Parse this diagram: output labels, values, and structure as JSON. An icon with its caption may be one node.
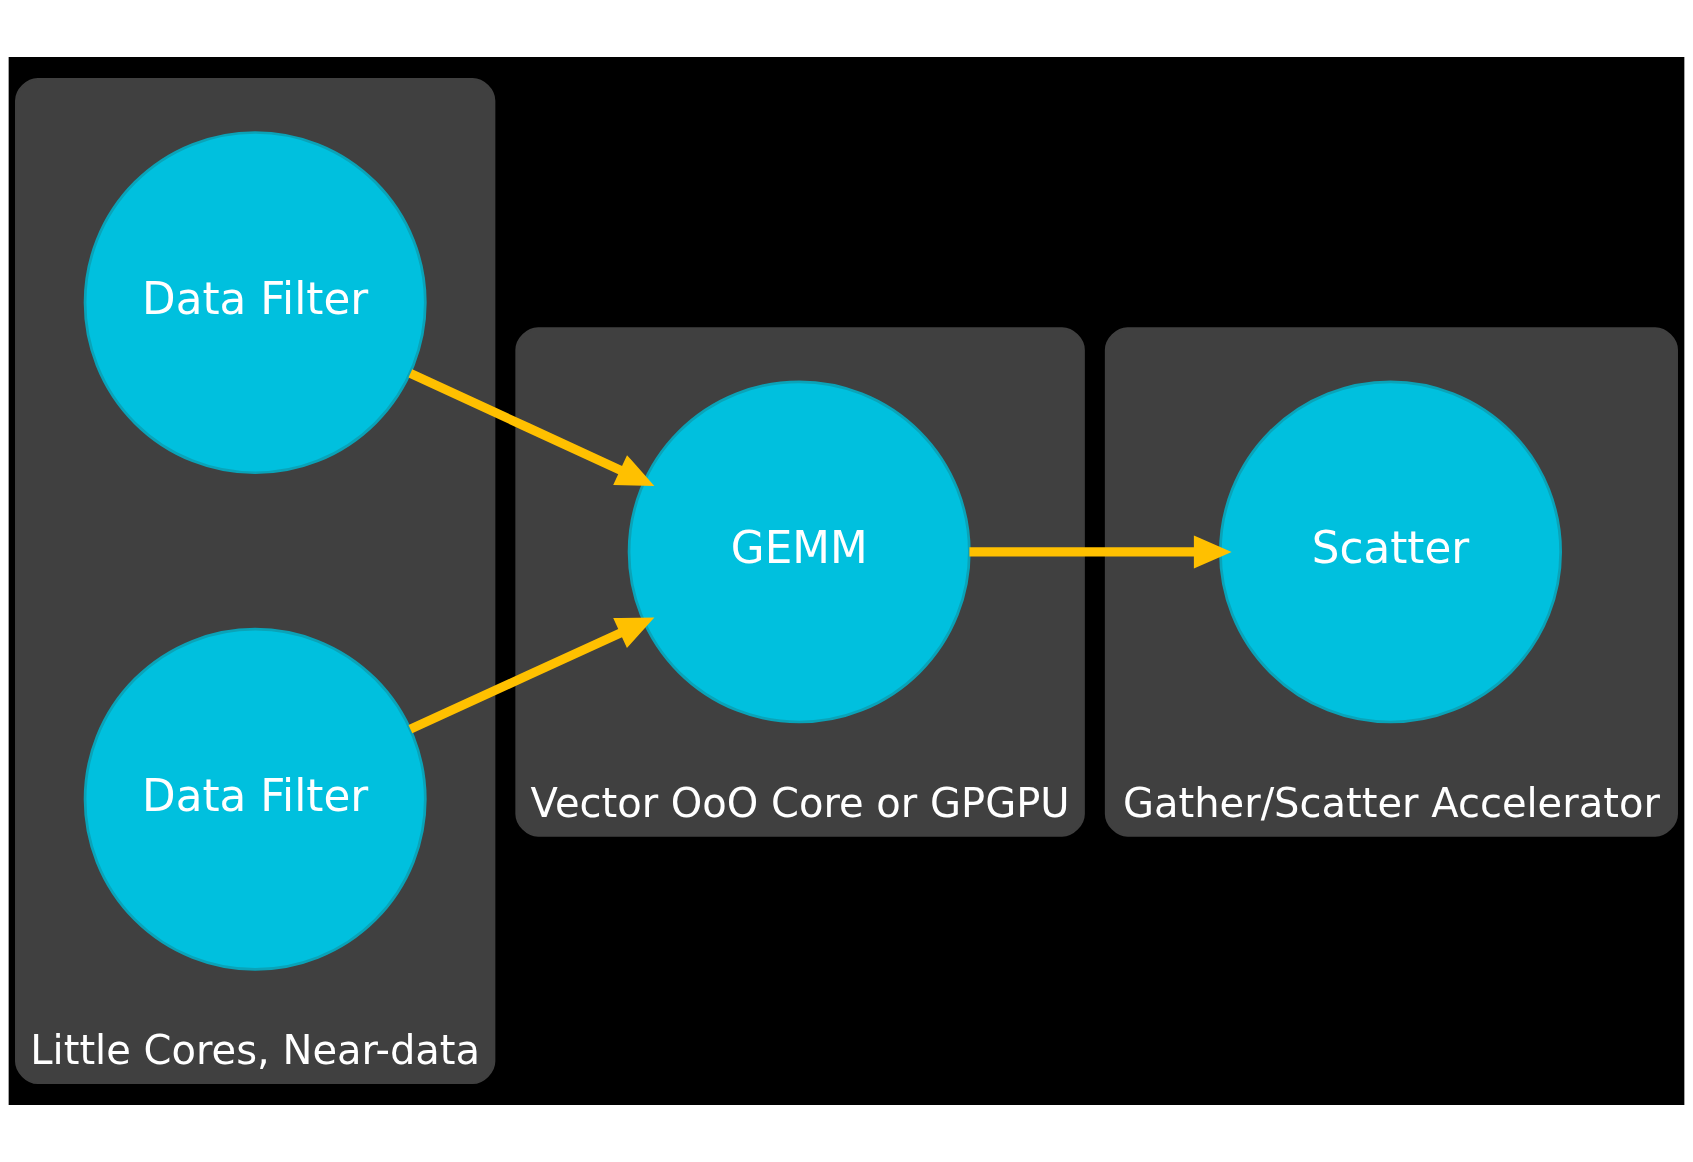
{
  "diagram": {
    "nodes": [
      {
        "text": [
          "Little Cores, Near-data"
        ]
      },
      {
        "text": [
          "Data Filter"
        ],
        "in": 0
      },
      {
        "text": [
          "Data Filter"
        ],
        "in": 0
      },
      {
        "text": [
          "Vector OoO Core or GPGPU"
        ]
      },
      {
        "text": [
          "GEMM"
        ],
        "in": 3
      },
      {
        "text": [
          "Gather/Scatter Accelerator"
        ]
      },
      {
        "text": [
          "Scatter"
        ],
        "in": 5
      }
    ],
    "edges": [
      {
        "from": 1,
        "to": 4,
        "arrow": "to"
      },
      {
        "from": 2,
        "to": 4,
        "arrow": "to"
      },
      {
        "from": 4,
        "to": 6,
        "arrow": "to"
      }
    ]
  }
}
